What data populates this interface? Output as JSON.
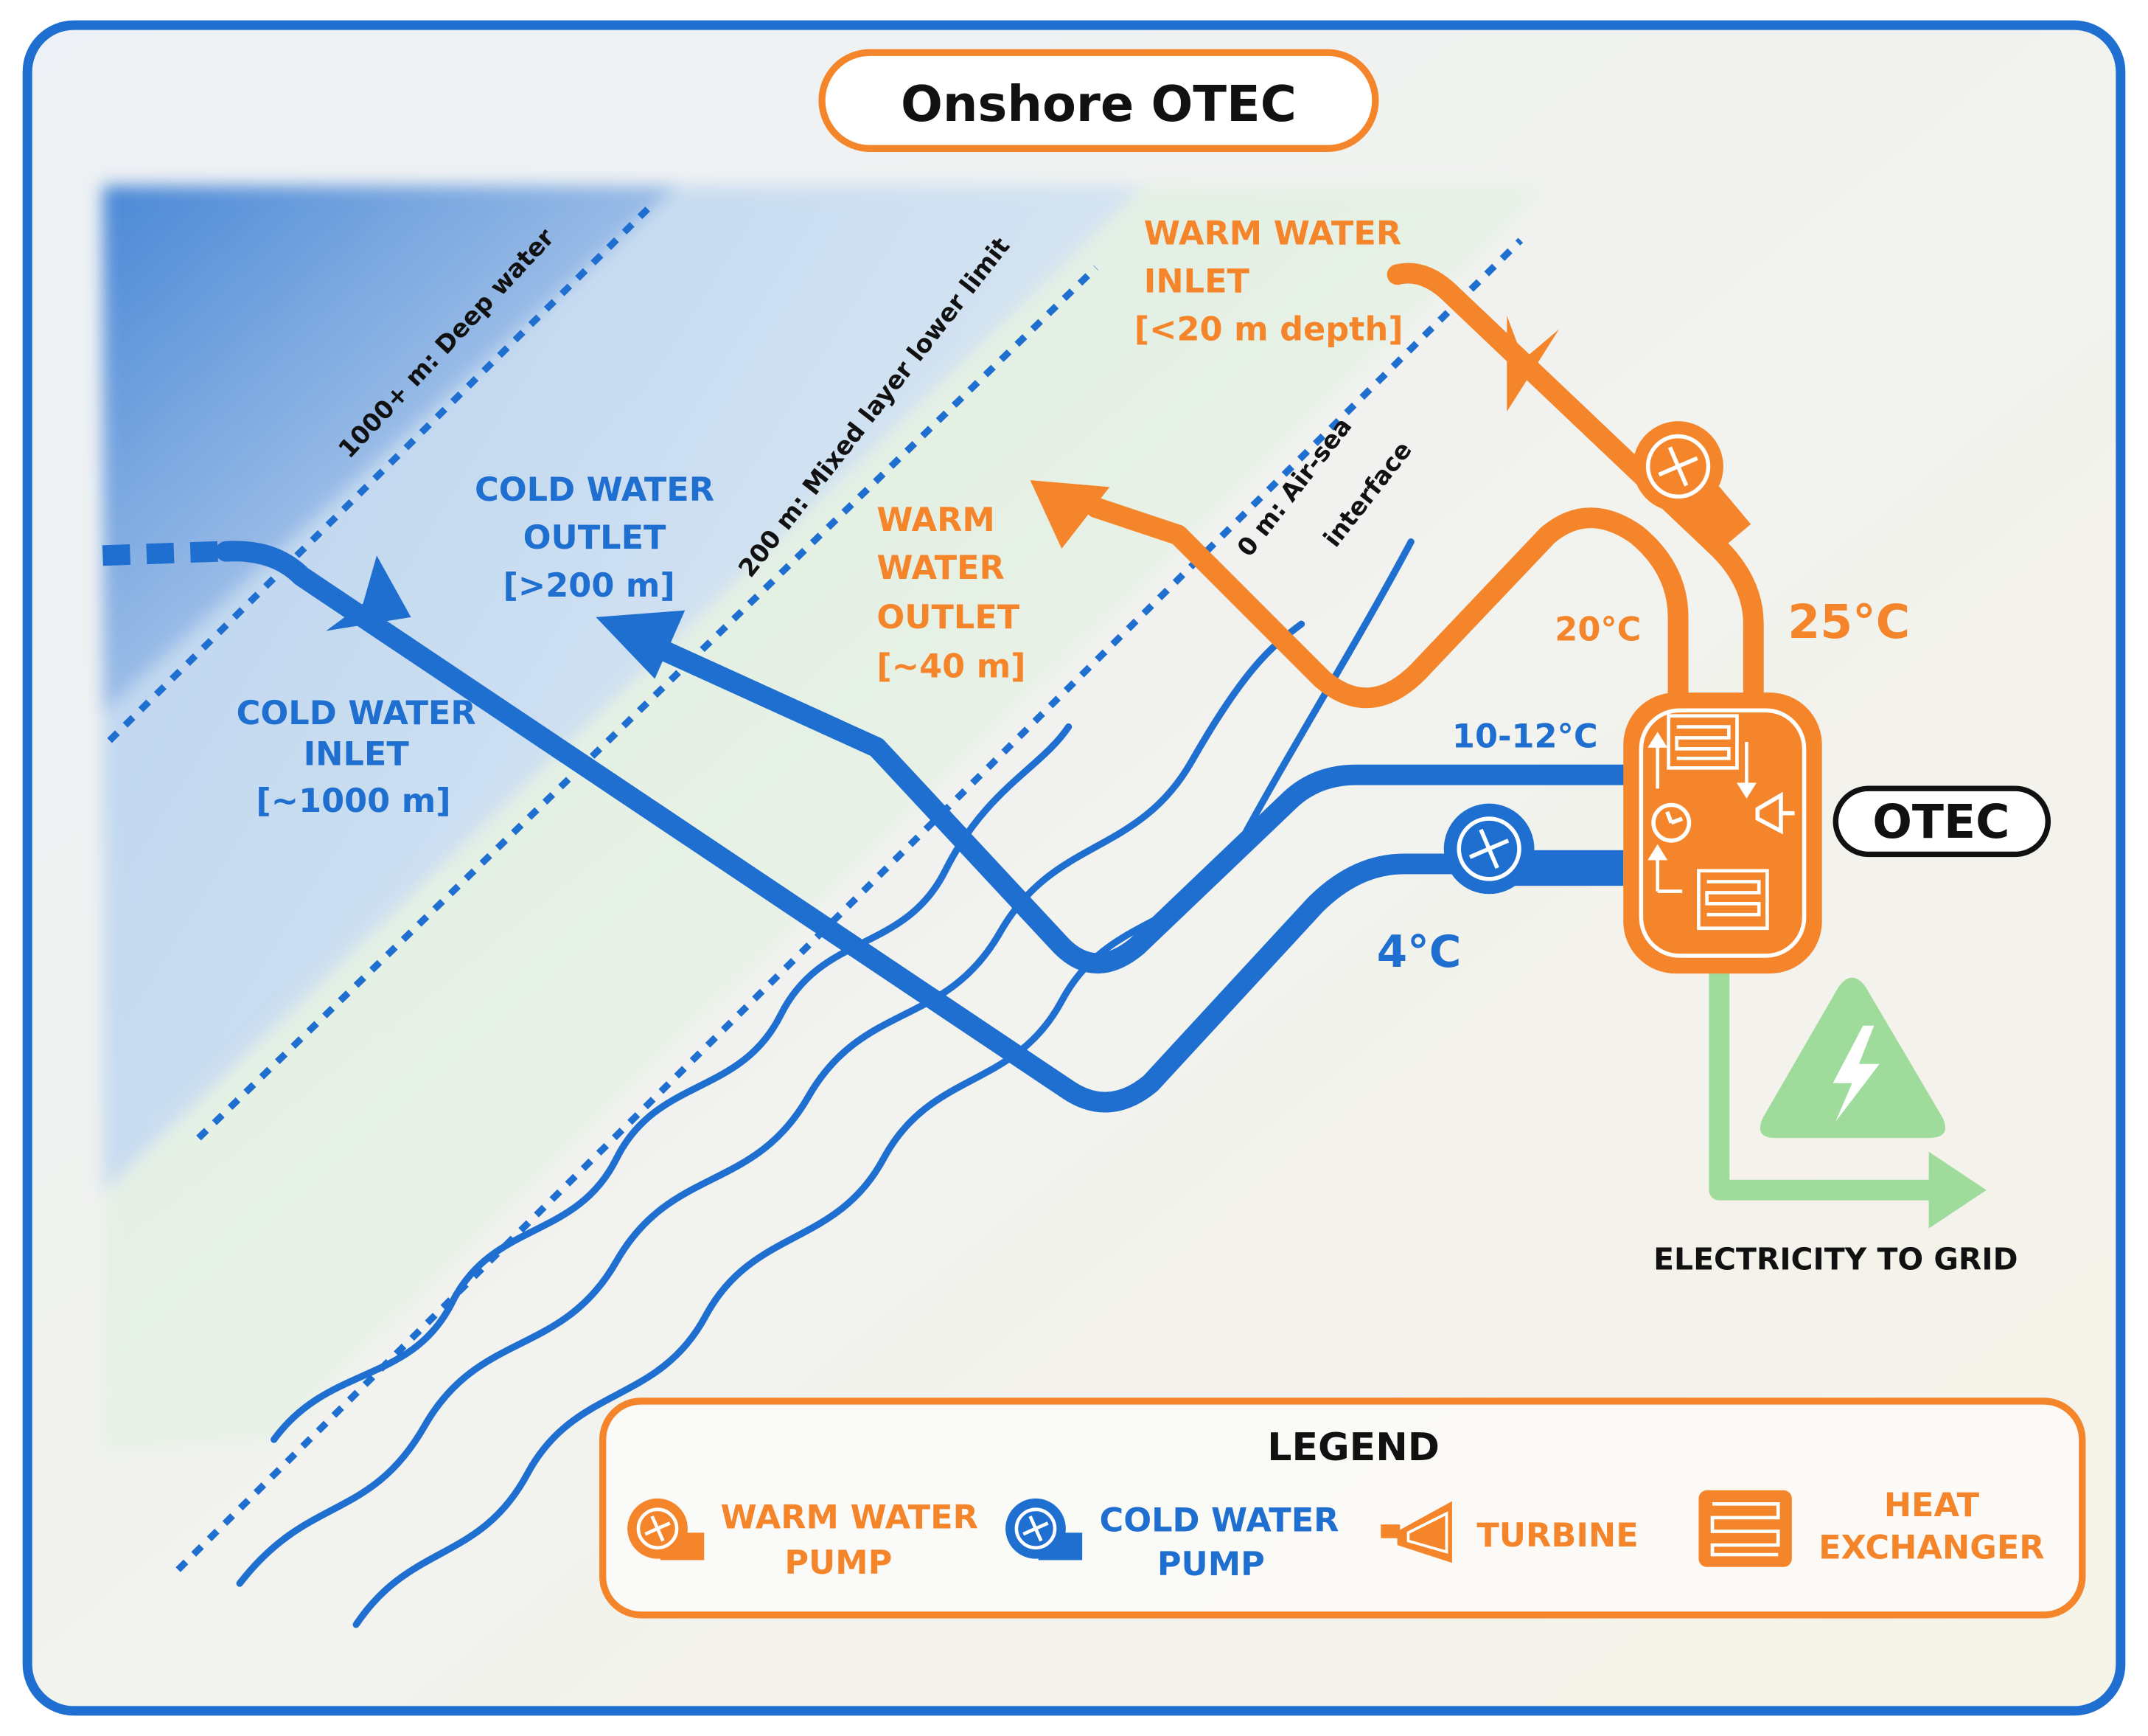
{
  "title": "Onshore OTEC",
  "depth_lines": {
    "deep": "1000+ m: Deep water",
    "mixed": "200 m: Mixed layer lower limit",
    "surface_1": "0 m: Air-sea",
    "surface_2": "interface"
  },
  "labels": {
    "cold_inlet_1": "COLD WATER",
    "cold_inlet_2": "INLET",
    "cold_inlet_3": "[~1000 m]",
    "cold_outlet_1": "COLD WATER",
    "cold_outlet_2": "OUTLET",
    "cold_outlet_3": "[>200 m]",
    "warm_outlet_1": "WARM",
    "warm_outlet_2": "WATER",
    "warm_outlet_3": "OUTLET",
    "warm_outlet_4": "[~40 m]",
    "warm_inlet_1": "WARM  WATER",
    "warm_inlet_2": "INLET",
    "warm_inlet_3": "[<20 m depth]"
  },
  "temperatures": {
    "warm_in": "25°C",
    "warm_out": "20°C",
    "cold_out": "10-12°C",
    "cold_in": "4°C"
  },
  "otec_label": "OTEC",
  "electricity_label": "ELECTRICITY TO GRID",
  "legend": {
    "title": "LEGEND",
    "warm_pump_1": "WARM WATER",
    "warm_pump_2": "PUMP",
    "cold_pump_1": "COLD WATER",
    "cold_pump_2": "PUMP",
    "turbine": "TURBINE",
    "hx_1": "HEAT",
    "hx_2": "EXCHANGER"
  },
  "colors": {
    "blue": "#1f6fd1",
    "orange": "#f5852a",
    "green": "#9fdc9c",
    "frame": "#1f6fd1"
  },
  "icons": [
    "warm-water-pump-icon",
    "cold-water-pump-icon",
    "turbine-icon",
    "heat-exchanger-icon",
    "lightning-icon"
  ]
}
